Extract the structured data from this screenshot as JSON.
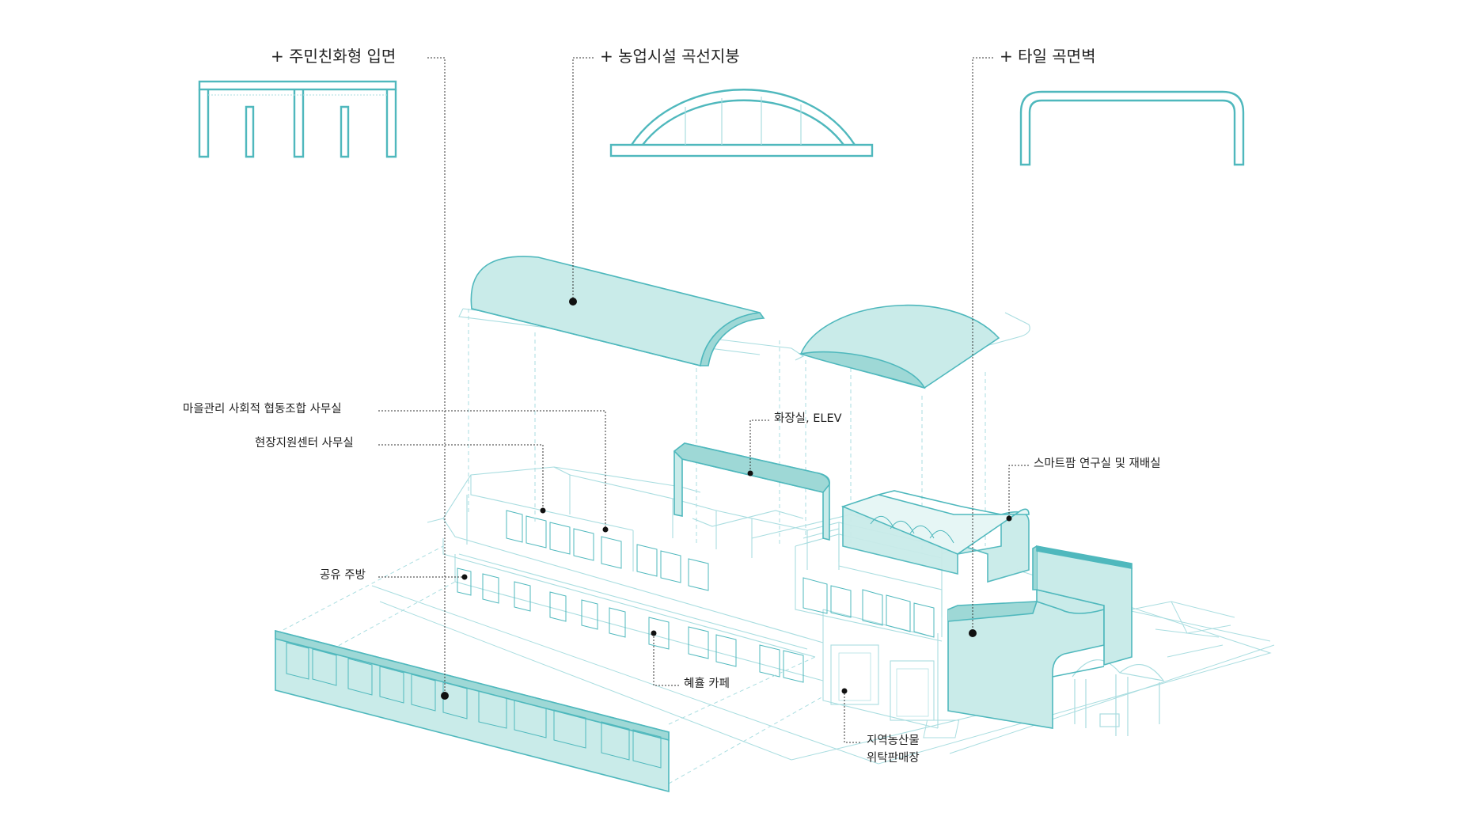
{
  "colors": {
    "accent": "#4fb8bd",
    "fill": "#c9ebe9",
    "fill_dark": "#9ed8d6",
    "line_light": "#a9dde0",
    "leader": "#333333",
    "text": "#222222"
  },
  "features": {
    "facade": "+ 주민친화형 입면",
    "roof": "+ 농업시설 곡선지붕",
    "wall": "+ 타일 곡면벽"
  },
  "rooms": {
    "village_office": "마을관리 사회적 협동조합 사무실",
    "support_center": "현장지원센터 사무실",
    "restroom": "화장실, ELEV",
    "smartfarm": "스마트팜 연구실 및 재배실",
    "kitchen": "공유 주방",
    "cafe": "혜휼 카페",
    "market_line1": "지역농산물",
    "market_line2": "위탁판매장"
  }
}
